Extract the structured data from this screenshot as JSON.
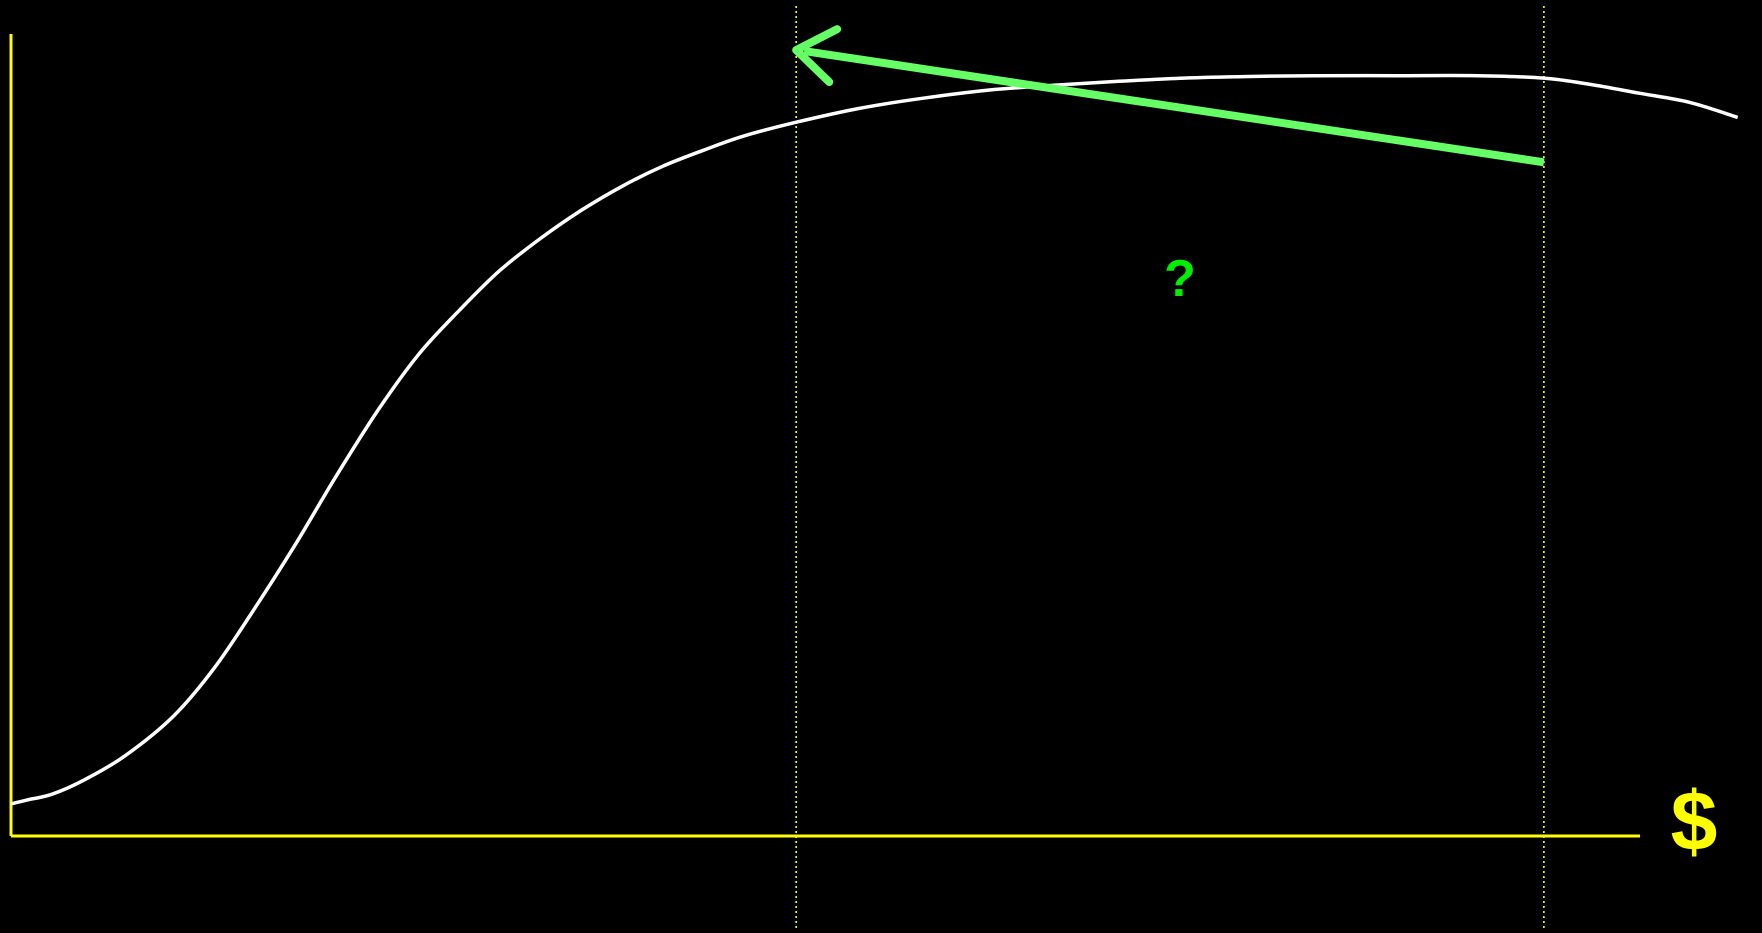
{
  "chart_data": {
    "type": "line",
    "title": "",
    "xlabel": "$",
    "ylabel": "",
    "xlim": [
      0,
      1000
    ],
    "ylim": [
      0,
      100
    ],
    "grid": false,
    "annotation": "?",
    "colors": {
      "background": "#000000",
      "axes": "#ffff00",
      "curve": "#ffffff",
      "arrow": "#66ff66",
      "annotation": "#00ee00"
    },
    "reference_x": [
      482,
      941
    ],
    "arrow": {
      "from": [
        941,
        84
      ],
      "to": [
        482,
        98
      ]
    },
    "series": [
      {
        "x": [
          0,
          10,
          25,
          45,
          70,
          100,
          125,
          150,
          175,
          200,
          225,
          250,
          275,
          300,
          325,
          350,
          375,
          400,
          425,
          450,
          482,
          520,
          560,
          600,
          640,
          680,
          720,
          760,
          800,
          850,
          900,
          941,
          970,
          1000,
          1030,
          1060
        ],
        "y": [
          4,
          4.5,
          5.2,
          7,
          10,
          15,
          21,
          28.5,
          36.5,
          45,
          53,
          60,
          65.5,
          70.5,
          74.5,
          78,
          81,
          83.5,
          85.5,
          87.3,
          89,
          90.7,
          92,
          93,
          93.6,
          94.1,
          94.5,
          94.7,
          94.8,
          94.8,
          94.8,
          94.5,
          93.7,
          92.6,
          91.5,
          89.6
        ]
      }
    ]
  }
}
